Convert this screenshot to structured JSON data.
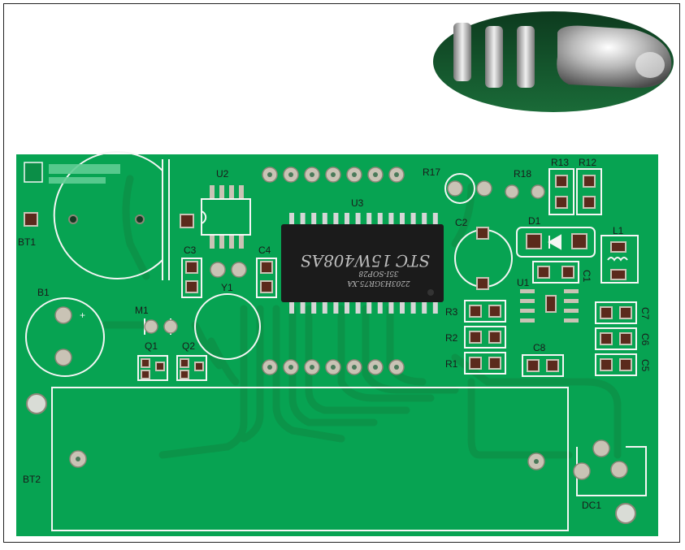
{
  "photo": {
    "subject": "green PCB board with STC microcontroller",
    "colors": {
      "pcb": "#07a352",
      "trace": "#0b9449",
      "silk": "#f4f6f4",
      "pad": "#c9c3b5",
      "ic": "#1b1b1b",
      "smd": "#5b2a1c"
    }
  },
  "labels": {
    "u2": "U2",
    "u3": "U3",
    "r17": "R17",
    "r18": "R18",
    "r13": "R13",
    "r12": "R12",
    "bt1": "BT1",
    "c2": "C2",
    "d1": "D1",
    "l1": "L1",
    "c3": "C3",
    "c4": "C4",
    "y1": "Y1",
    "u1": "U1",
    "c1": "C1",
    "b1": "B1",
    "m1": "M1",
    "r3": "R3",
    "r2": "R2",
    "r1": "R1",
    "c8": "C8",
    "c7": "C7",
    "c6": "C6",
    "c5": "C5",
    "q1": "Q1",
    "q2": "Q2",
    "bt2": "BT2",
    "dc1": "DC1",
    "plus": "+"
  },
  "chip": {
    "brand": "STC",
    "part": "15W408AS",
    "line2": "35I-SOP28",
    "line3": "2203H3GR75.XA"
  }
}
